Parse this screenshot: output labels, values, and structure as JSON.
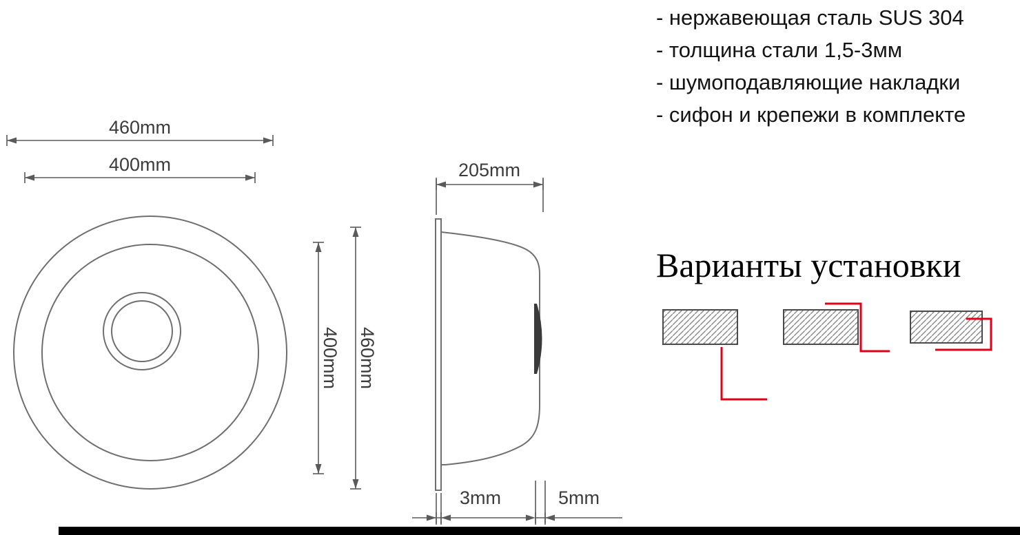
{
  "features": {
    "items": [
      "- нержавеющая сталь SUS 304",
      "- толщина стали 1,5-3мм",
      "- шумоподавляющие накладки",
      "- сифон и крепежи в комплекте"
    ]
  },
  "installation": {
    "heading": "Варианты установки"
  },
  "dimensions": {
    "outer_diameter": "460mm",
    "inner_diameter": "400mm",
    "side_width": "205mm",
    "bowl_height": "400mm",
    "overall_height": "460mm",
    "flange_thickness": "3mm",
    "edge_lip": "5mm"
  },
  "colors": {
    "accent_red": "#e30016",
    "drawing_line": "#6f6f6f",
    "text": "#2b2b2b"
  }
}
